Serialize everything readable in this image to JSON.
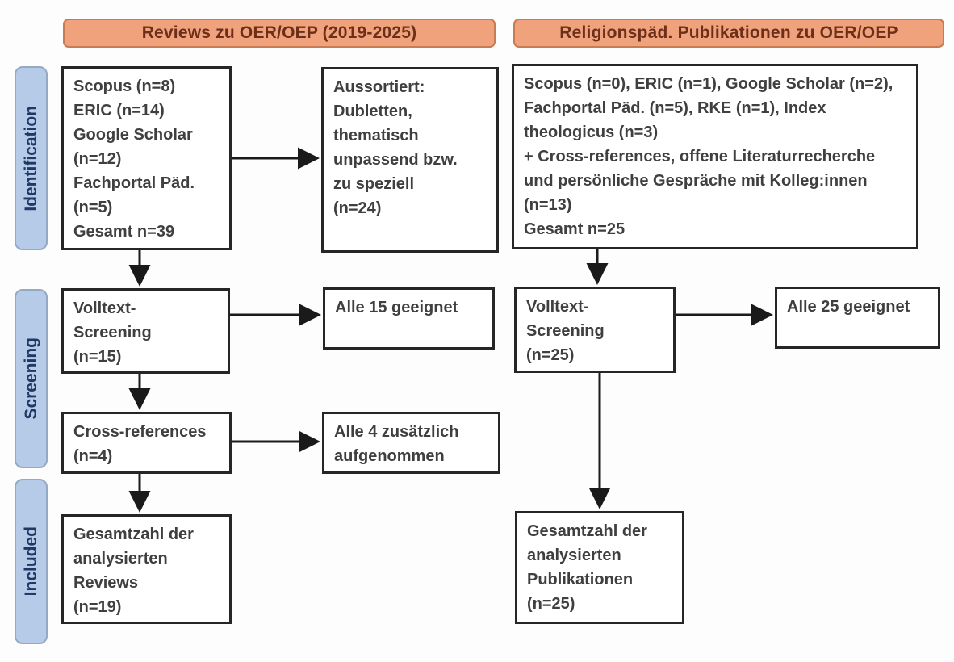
{
  "headers": {
    "left": "Reviews zu OER/OEP (2019-2025)",
    "right": "Religionspäd. Publikationen zu OER/OEP"
  },
  "side_labels": {
    "identification": "Identification",
    "screening": "Screening",
    "included": "Included"
  },
  "boxes": {
    "left_identification": "Scopus (n=8)\nERIC (n=14)\nGoogle Scholar\n(n=12)\nFachportal Päd.\n(n=5)\nGesamt n=39",
    "aussortiert": "Aussortiert:\nDubletten,\nthematisch\nunpassend bzw.\nzu speziell\n(n=24)",
    "right_identification": "Scopus (n=0), ERIC (n=1), Google Scholar (n=2),\nFachportal Päd. (n=5), RKE (n=1), Index\ntheologicus (n=3)\n+ Cross-references, offene Literaturrecherche\nund persönliche Gespräche mit Kolleg:innen\n(n=13)\nGesamt n=25",
    "left_volltext_screening": "Volltext-\nScreening\n(n=15)",
    "alle_15_geeignet": "Alle 15 geeignet",
    "right_volltext_screening": "Volltext-\nScreening\n(n=25)",
    "alle_25_geeignet": "Alle 25 geeignet",
    "cross_references": "Cross-references\n(n=4)",
    "alle_4_zusaetzlich": "Alle 4 zusätzlich\naufgenommen",
    "left_gesamtzahl": "Gesamtzahl der\nanalysierten\nReviews\n(n=19)",
    "right_gesamtzahl": "Gesamtzahl der\nanalysierten\nPublikationen\n(n=25)"
  },
  "colors": {
    "header_fill": "#efa27b",
    "header_border": "#c97b52",
    "header_text": "#6b2f1a",
    "stage_fill": "#b6cbe8",
    "stage_border": "#94a9c4",
    "stage_text": "#1f3864",
    "box_border": "#262626",
    "box_text": "#3f3f3f",
    "arrow": "#1a1a1a"
  }
}
